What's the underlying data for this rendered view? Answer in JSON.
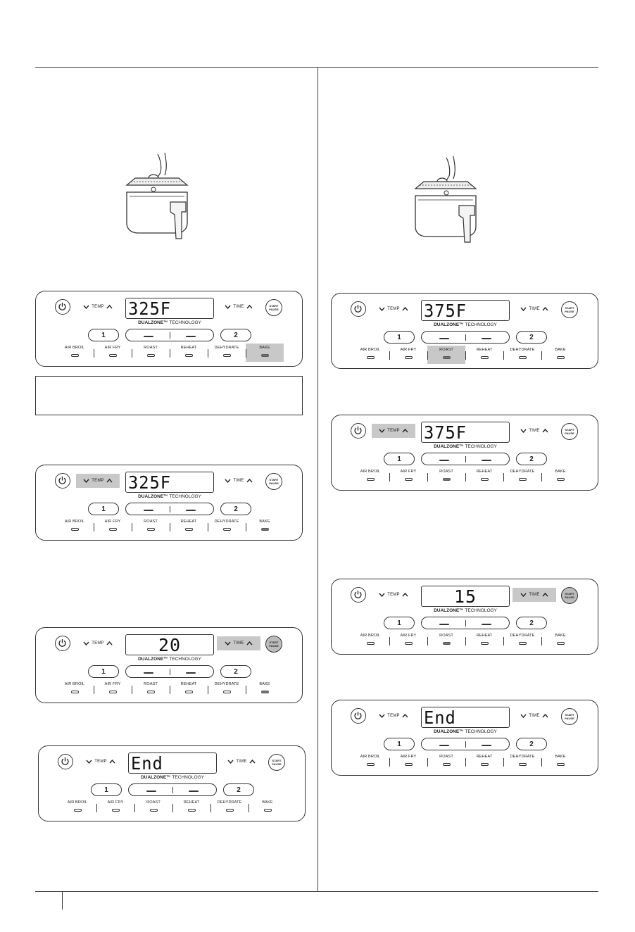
{
  "panel_labels": {
    "temp": "TEMP",
    "time": "TIME",
    "start_line1": "START",
    "start_line2": "PAUSE",
    "tech_brand": "DUALZONE™",
    "tech_word": "TECHNOLOGY",
    "zone1": "1",
    "zone2": "2",
    "modes": [
      "AIR BROIL",
      "AIR FRY",
      "ROAST",
      "REHEAT",
      "DEHYDRATE",
      "BAKE"
    ]
  },
  "panels": [
    {
      "display": "325F",
      "selected_mode": "BAKE",
      "highlight": "mode-bake"
    },
    {
      "display": "325F",
      "selected_mode": "BAKE",
      "highlight": "temp-arrows"
    },
    {
      "display": "20",
      "selected_mode": "BAKE",
      "highlight": "time-arrows, start-pause"
    },
    {
      "display": "End",
      "selected_mode": "",
      "highlight": "none"
    },
    {
      "display": "375F",
      "selected_mode": "ROAST",
      "highlight": "mode-roast"
    },
    {
      "display": "375F",
      "selected_mode": "ROAST",
      "highlight": "temp-arrows"
    },
    {
      "display": "15",
      "selected_mode": "ROAST",
      "highlight": "time-arrows, start-pause"
    },
    {
      "display": "End",
      "selected_mode": "",
      "highlight": "none"
    }
  ]
}
